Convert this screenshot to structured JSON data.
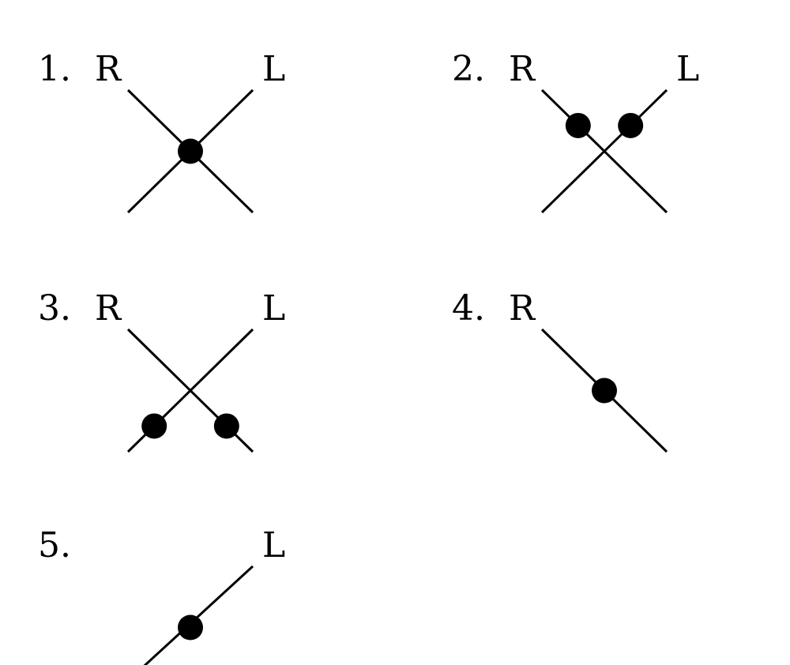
{
  "figures": [
    {
      "number": "1.",
      "right_label": "R",
      "left_label": "L",
      "lines": [
        "R",
        "L"
      ],
      "dots": [
        {
          "line": "R",
          "position": "center"
        }
      ]
    },
    {
      "number": "2.",
      "right_label": "R",
      "left_label": "L",
      "lines": [
        "R",
        "L"
      ],
      "dots": [
        {
          "line": "R",
          "position": "upper"
        },
        {
          "line": "L",
          "position": "upper"
        }
      ]
    },
    {
      "number": "3.",
      "right_label": "R",
      "left_label": "L",
      "lines": [
        "R",
        "L"
      ],
      "dots": [
        {
          "line": "L",
          "position": "lower"
        },
        {
          "line": "R",
          "position": "lower"
        }
      ]
    },
    {
      "number": "4.",
      "right_label": "R",
      "left_label": "",
      "lines": [
        "R"
      ],
      "dots": [
        {
          "line": "R",
          "position": "center"
        }
      ]
    },
    {
      "number": "5.",
      "right_label": "",
      "left_label": "L",
      "lines": [
        "L"
      ],
      "dots": [
        {
          "line": "L",
          "position": "center"
        }
      ]
    }
  ]
}
